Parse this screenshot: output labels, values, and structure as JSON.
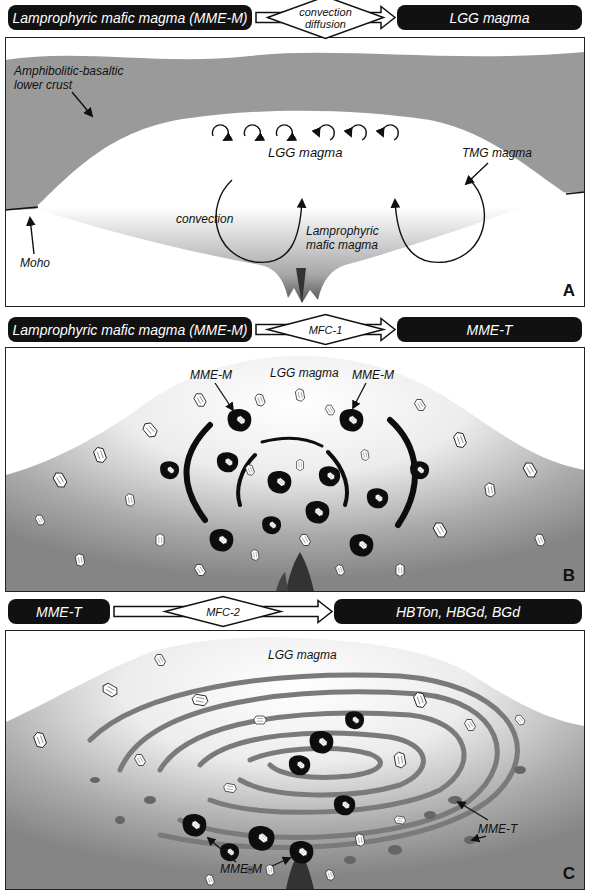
{
  "diagram": {
    "nodes": [
      {
        "text": [
          "Lamprophyric mafic magma (MME-M)"
        ]
      },
      {
        "text": [
          "LGG magma"
        ]
      },
      {
        "text": [
          "A"
        ]
      },
      {
        "text": [
          "Lamprophyric mafic magma (MME-M)"
        ]
      },
      {
        "text": [
          "MME-T"
        ]
      },
      {
        "text": [
          "B"
        ]
      },
      {
        "text": [
          "MME-T"
        ]
      },
      {
        "text": [
          "HBTon, HBGd, BGd"
        ]
      },
      {
        "text": [
          "C"
        ]
      }
    ],
    "edges": [
      {
        "from": 0,
        "to": 1,
        "arrow": "to",
        "label": "convection diffusion"
      },
      {
        "from": 3,
        "to": 4,
        "arrow": "to",
        "label": "MFC-1"
      },
      {
        "from": 6,
        "to": 7,
        "arrow": "to",
        "label": "MFC-2"
      }
    ],
    "labels": [
      "Amphibolitic-basaltic lower crust",
      "TMG magma",
      "LGG magma",
      "convection",
      "Lamprophyric mafic magma",
      "Moho",
      "MME-M",
      "LGG magma",
      "MME-M",
      "LGG magma",
      "MME-T",
      "MME-M"
    ]
  }
}
